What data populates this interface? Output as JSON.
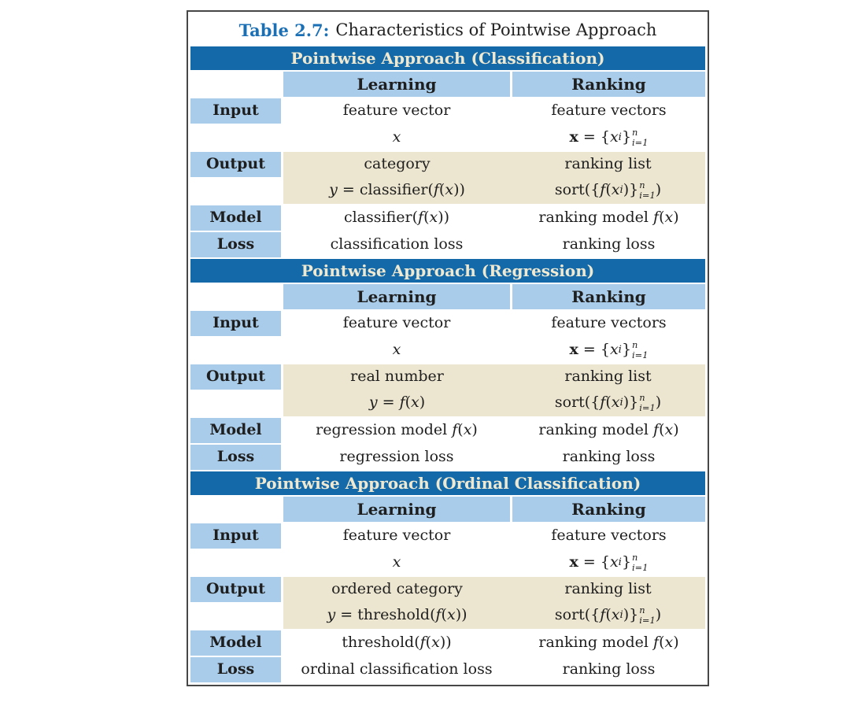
{
  "caption": {
    "label": "Table 2.7:",
    "text": "Characteristics of Pointwise Approach"
  },
  "colors": {
    "band_bg": "#146aa8",
    "band_text": "#f0e9d2",
    "header_cell_bg": "#a8cce9",
    "beige_bg": "#ece5cf",
    "title_accent": "#1b70b5",
    "border": "#474747",
    "text": "#1e1e1e"
  },
  "columns": {
    "learning": "Learning",
    "ranking": "Ranking"
  },
  "row_labels": {
    "input": "Input",
    "output": "Output",
    "model": "Model",
    "loss": "Loss"
  },
  "formulas": {
    "x": [
      {
        "t": "it",
        "v": "x"
      }
    ],
    "x_set": [
      {
        "t": "bf",
        "v": "x"
      },
      {
        "t": "rm",
        "v": " = {"
      },
      {
        "t": "it",
        "v": "x"
      },
      {
        "t": "sub",
        "v": "i"
      },
      {
        "t": "rm",
        "v": "}"
      },
      {
        "t": "stack",
        "top": "n",
        "bot": "i=1"
      }
    ],
    "y_classifier": [
      {
        "t": "it",
        "v": "y"
      },
      {
        "t": "rm",
        "v": " = classifier("
      },
      {
        "t": "it",
        "v": "f"
      },
      {
        "t": "rm",
        "v": "("
      },
      {
        "t": "it",
        "v": "x"
      },
      {
        "t": "rm",
        "v": "))"
      }
    ],
    "y_fx": [
      {
        "t": "it",
        "v": "y"
      },
      {
        "t": "rm",
        "v": " = "
      },
      {
        "t": "it",
        "v": "f"
      },
      {
        "t": "rm",
        "v": "("
      },
      {
        "t": "it",
        "v": "x"
      },
      {
        "t": "rm",
        "v": ")"
      }
    ],
    "y_threshold": [
      {
        "t": "it",
        "v": "y"
      },
      {
        "t": "rm",
        "v": " = threshold("
      },
      {
        "t": "it",
        "v": "f"
      },
      {
        "t": "rm",
        "v": "("
      },
      {
        "t": "it",
        "v": "x"
      },
      {
        "t": "rm",
        "v": "))"
      }
    ],
    "sort_set": [
      {
        "t": "rm",
        "v": "sort({"
      },
      {
        "t": "it",
        "v": "f"
      },
      {
        "t": "rm",
        "v": "("
      },
      {
        "t": "it",
        "v": "x"
      },
      {
        "t": "sub",
        "v": "i"
      },
      {
        "t": "rm",
        "v": ")}"
      },
      {
        "t": "stack",
        "top": "n",
        "bot": "i=1"
      },
      {
        "t": "rm",
        "v": ")"
      }
    ],
    "classifier_fx": [
      {
        "t": "rm",
        "v": "classifier("
      },
      {
        "t": "it",
        "v": "f"
      },
      {
        "t": "rm",
        "v": "("
      },
      {
        "t": "it",
        "v": "x"
      },
      {
        "t": "rm",
        "v": "))"
      }
    ],
    "threshold_fx": [
      {
        "t": "rm",
        "v": "threshold("
      },
      {
        "t": "it",
        "v": "f"
      },
      {
        "t": "rm",
        "v": "("
      },
      {
        "t": "it",
        "v": "x"
      },
      {
        "t": "rm",
        "v": "))"
      }
    ],
    "ranking_model_fx": [
      {
        "t": "rm",
        "v": "ranking model "
      },
      {
        "t": "it",
        "v": "f"
      },
      {
        "t": "rm",
        "v": "("
      },
      {
        "t": "it",
        "v": "x"
      },
      {
        "t": "rm",
        "v": ")"
      }
    ],
    "regression_model_fx": [
      {
        "t": "rm",
        "v": "regression model "
      },
      {
        "t": "it",
        "v": "f"
      },
      {
        "t": "rm",
        "v": "("
      },
      {
        "t": "it",
        "v": "x"
      },
      {
        "t": "rm",
        "v": ")"
      }
    ]
  },
  "sections": [
    {
      "band": "Pointwise Approach (Classification)",
      "input_learning": "feature vector",
      "input_ranking": "feature vectors",
      "output_learning": "category",
      "output_ranking": "ranking list",
      "loss_learning": "classification loss",
      "loss_ranking": "ranking loss"
    },
    {
      "band": "Pointwise Approach (Regression)",
      "input_learning": "feature vector",
      "input_ranking": "feature vectors",
      "output_learning": "real number",
      "output_ranking": "ranking list",
      "loss_learning": "regression loss",
      "loss_ranking": "ranking loss"
    },
    {
      "band": "Pointwise Approach (Ordinal Classification)",
      "input_learning": "feature vector",
      "input_ranking": "feature vectors",
      "output_learning": "ordered category",
      "output_ranking": "ranking list",
      "loss_learning": "ordinal classification loss",
      "loss_ranking": "ranking loss"
    }
  ]
}
